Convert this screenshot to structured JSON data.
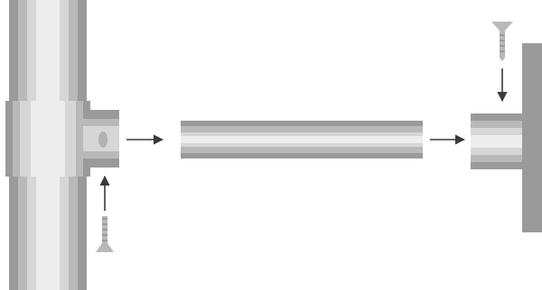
{
  "diagram": {
    "type": "assembly-instructions",
    "text": [],
    "parts": [
      {
        "id": "vertical-pipe",
        "icon": "pipe-icon"
      },
      {
        "id": "tee-connector",
        "icon": "tee-fitting-icon"
      },
      {
        "id": "horizontal-rod",
        "icon": "rod-icon"
      },
      {
        "id": "wall-flange",
        "icon": "flange-icon"
      },
      {
        "id": "wall-plate",
        "icon": "wall-icon"
      },
      {
        "id": "screw",
        "icon": "screw-icon",
        "count": 2
      }
    ],
    "steps": [
      {
        "from": "screw",
        "to": "tee-connector",
        "direction": "up"
      },
      {
        "from": "tee-connector",
        "to": "horizontal-rod",
        "direction": "right"
      },
      {
        "from": "horizontal-rod",
        "to": "wall-flange",
        "direction": "right"
      },
      {
        "from": "screw",
        "to": "wall-flange",
        "direction": "down"
      }
    ],
    "colors": {
      "background": "#ffffff",
      "metal_dark": "#9a9a9a",
      "metal_mid": "#b9b9b9",
      "metal_light": "#d6d6d6",
      "metal_highlight": "#ededed",
      "arrow": "#3a3a3a"
    }
  }
}
